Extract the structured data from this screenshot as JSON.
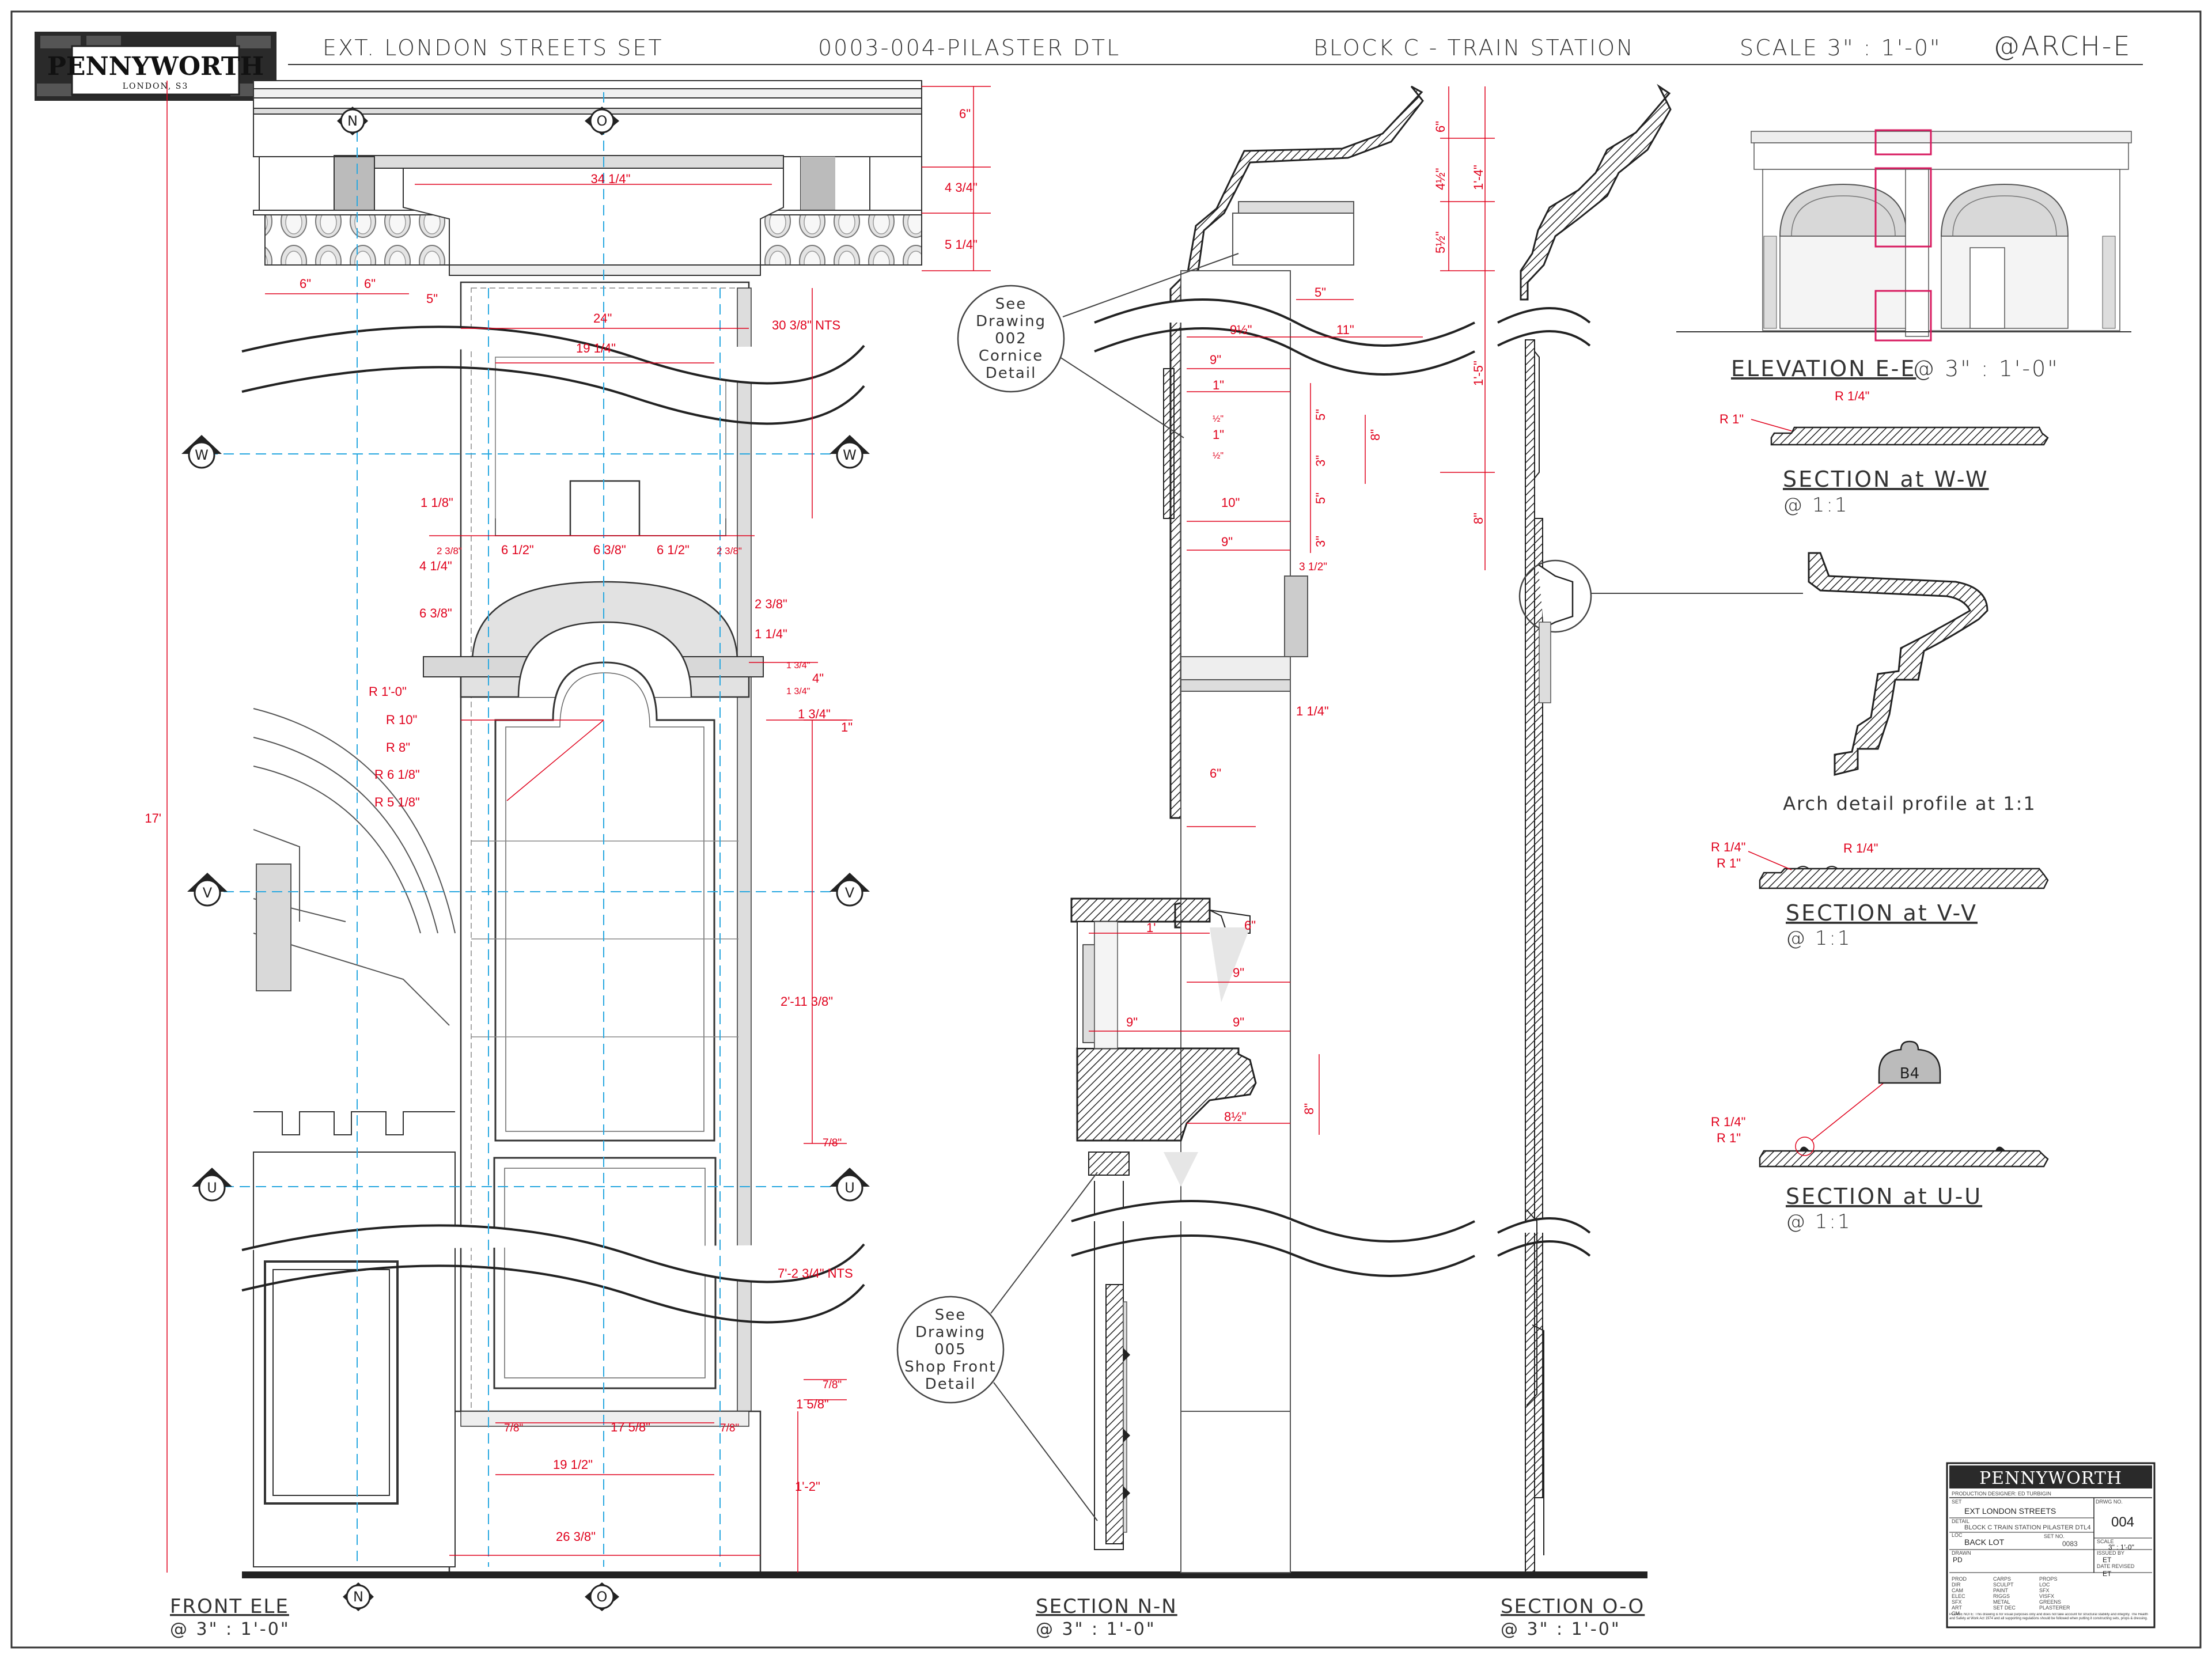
{
  "header": {
    "set": "EXT. LONDON STREETS SET",
    "drawing": "0003-004-PILASTER DTL",
    "block": "BLOCK C - TRAIN STATION",
    "scale": "SCALE  3\" : 1'-0\"",
    "sheet": "@ARCH-E"
  },
  "logo": {
    "name": "PENNYWORTH",
    "sub": "LONDON, S3"
  },
  "views": {
    "front": {
      "title": "FRONT ELE",
      "scale": "@ 3\" : 1'-0\""
    },
    "nn": {
      "title": "SECTION N-N",
      "scale": "@ 3\" : 1'-0\""
    },
    "oo": {
      "title": "SECTION O-O",
      "scale": "@ 3\" : 1'-0\""
    },
    "elev": {
      "title": "ELEVATION E-E",
      "scale": "@ 3\" : 1'-0\""
    },
    "ww": {
      "title": "SECTION at W-W",
      "scale": "@ 1:1"
    },
    "vv": {
      "title": "SECTION at V-V",
      "scale": "@ 1:1"
    },
    "uu": {
      "title": "SECTION at U-U",
      "scale": "@ 1:1"
    },
    "arch": {
      "caption": "Arch detail profile at 1:1"
    }
  },
  "markers": {
    "n": "N",
    "o": "O",
    "w": "W",
    "v": "V",
    "u": "U",
    "b4": "B4"
  },
  "notes": {
    "cornice": [
      "See",
      "Drawing",
      "002",
      "Cornice",
      "Detail"
    ],
    "shopfront": [
      "See",
      "Drawing",
      "005",
      "Shop Front",
      "Detail"
    ]
  },
  "dims_front": {
    "d6": "6\"",
    "d434": "4 3/4\"",
    "d514": "5 1/4\"",
    "d3414": "34 1/4\"",
    "d6a": "6\"",
    "d6b": "6\"",
    "d5": "5\"",
    "d24": "24\"",
    "d3038": "30 3/8\" NTS",
    "d1914": "19 1/4\"",
    "d118": "1 1/8\"",
    "d238a": "2 3/8\"",
    "d612a": "6 1/2\"",
    "d638": "6 3/8\"",
    "d612b": "6 1/2\"",
    "d238b": "2 3/8\"",
    "d414": "4 1/4\"",
    "d638b": "6 3/8\"",
    "d238c": "2 3/8\"",
    "d114": "1 1/4\"",
    "d134a": "1 3/4\"",
    "d4": "4\"",
    "d134b": "1 3/4\"",
    "d134c": "1 3/4\"",
    "d1": "1\"",
    "r10": "R 1'-0\"",
    "r10b": "R 10\"",
    "r8": "R 8\"",
    "r618": "R 6 1/8\"",
    "r518": "R 5 1/8\"",
    "d17": "17'",
    "d21138": "2'-11 3/8\"",
    "d78a": "7/8\"",
    "d72": "7'-2 3/4\" NTS",
    "d78b": "7/8\"",
    "d158": "1 5/8\"",
    "d78c": "7/8\"",
    "d1758": "17 5/8\"",
    "d78d": "7/8\"",
    "d1912": "19 1/2\"",
    "d12": "1'-2\"",
    "d2638": "26 3/8\""
  },
  "dims_nn": {
    "d5": "5\"",
    "d9h": "9½\"",
    "d11": "11\"",
    "d9": "9\"",
    "d1": "1\"",
    "dh1": "½\"",
    "d1b": "1\"",
    "dh2": "½\"",
    "d10": "10\"",
    "d9b": "9\"",
    "v5a": "5\"",
    "v8": "8\"",
    "v3": "3\"",
    "v5b": "5\"",
    "v3b": "3\"",
    "d312": "3 1/2\"",
    "d114": "1 1/4\"",
    "d6": "6\"",
    "d1ft": "1'",
    "d6b": "6\"",
    "d9c": "9\"",
    "d9d": "9\"",
    "d9e": "9\"",
    "v8b": "8\"",
    "d812": "8½\""
  },
  "dims_oo": {
    "v6": "6\"",
    "v412": "4½\"",
    "v512": "5½\"",
    "v14": "1'-4\"",
    "v15": "1'-5\"",
    "v8": "8\""
  },
  "dims_right": {
    "r1": "R 1\"",
    "r14": "R 1/4\"",
    "r14b": "R 1/4\"",
    "r1b": "R 1\"",
    "r14c": "R 1/4\"",
    "r14d": "R 1/4\"",
    "r1c": "R 1\""
  },
  "title_block": {
    "brand": "PENNYWORTH",
    "production": "PRODUCTION DESIGNER: ED TURBIGIN",
    "set_label": "SET",
    "set": "EXT LONDON STREETS",
    "detail_label": "DETAIL",
    "detail": "BLOCK C TRAIN STATION PILASTER DTL4",
    "loc_label": "LOC",
    "loc": "BACK LOT",
    "set_no_label": "SET NO.",
    "set_no": "0083",
    "dwg_label": "DRWG NO.",
    "dwg": "004",
    "scale_label": "SCALE",
    "scale": "3\" : 1'-0\"",
    "drawn_label": "DRAWN",
    "drawn": "PD",
    "issued_label": "ISSUED BY",
    "issued": "ET",
    "rev_label": "DATE REVISED",
    "rev": "ET",
    "rows": [
      "PROD",
      "DIR",
      "CAM",
      "ELEC",
      "SFX",
      "ART",
      "CM"
    ],
    "cols1": [
      "CARPS",
      "SCULPT",
      "PAINT",
      "RIGGS",
      "METAL",
      "SET DEC"
    ],
    "cols2": [
      "PROPS",
      "LOC",
      "SFX",
      "VISFX",
      "GREENS",
      "PLASTERER"
    ],
    "disclaimer": "PLEASE NOTE: This drawing is for visual purposes only and does not take account for structural stability and integrity. The Health and Safety at Work Act 1974 and all supporting regulations should be followed when putting it constructing sets, props & dressing."
  },
  "colors": {
    "dim": "#e0001b",
    "guide": "#29a8e0",
    "marker": "#d81b60",
    "line": "#222222"
  }
}
